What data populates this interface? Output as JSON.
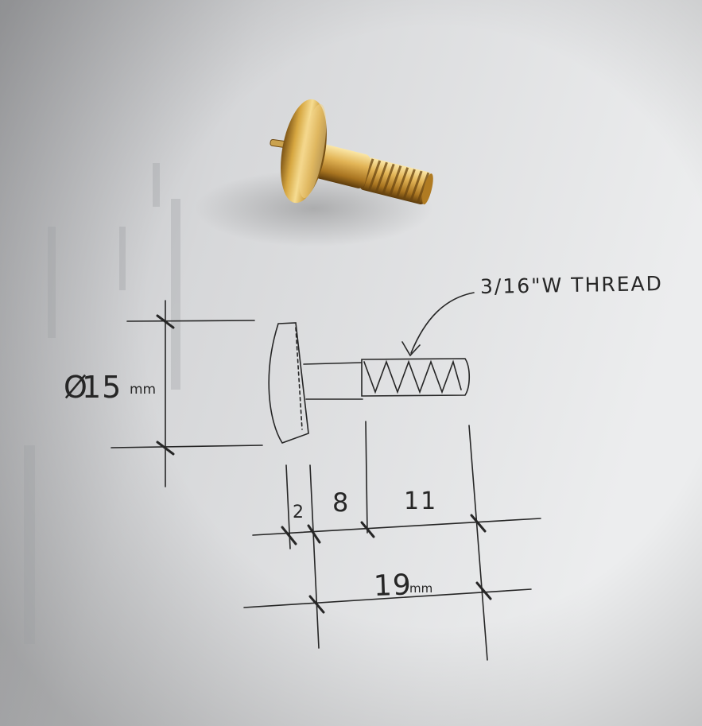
{
  "photo": {
    "subject": "brass-screw-photo",
    "colors": {
      "paper_light": "#e9eaeb",
      "paper_shadow": "#b9babd",
      "ink": "#262626",
      "brass_light": "#f4d58a",
      "brass_mid": "#c9962f",
      "brass_dark": "#6f4a12"
    }
  },
  "sketch": {
    "diameter": {
      "symbol": "Ø",
      "value": "15",
      "unit": "mm"
    },
    "thread_label": "3/16\"W THREAD",
    "dims": {
      "head": "2",
      "shank": "8",
      "thread": "11",
      "overall": "19",
      "overall_unit": "mm"
    }
  }
}
